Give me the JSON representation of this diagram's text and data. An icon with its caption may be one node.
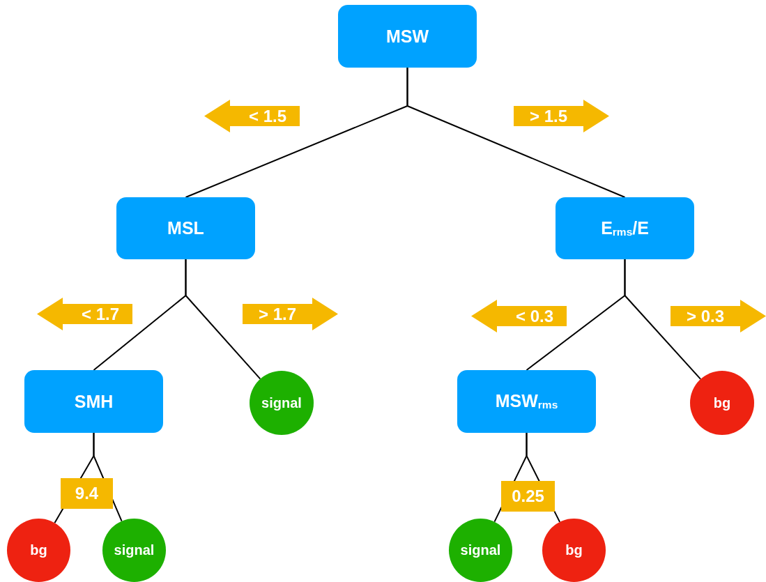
{
  "diagram": {
    "nodes": [
      {
        "text": [
          "MSW"
        ]
      },
      {
        "text": [
          "MSL"
        ]
      },
      {
        "text": [
          "E$_{rms}$/E"
        ]
      },
      {
        "text": [
          "SMH"
        ]
      },
      {
        "text": [
          "signal"
        ]
      },
      {
        "text": [
          "MSW$_{rms}$"
        ]
      },
      {
        "text": [
          "bg"
        ]
      },
      {
        "text": [
          "bg"
        ]
      },
      {
        "text": [
          "signal"
        ]
      },
      {
        "text": [
          "signal"
        ]
      },
      {
        "text": [
          "bg"
        ]
      }
    ],
    "edges": [
      {
        "from": 0,
        "to": 1,
        "arrow": "none"
      },
      {
        "from": 0,
        "to": 2,
        "arrow": "none"
      },
      {
        "from": 1,
        "to": 3,
        "arrow": "none"
      },
      {
        "from": 1,
        "to": 4,
        "arrow": "none"
      },
      {
        "from": 2,
        "to": 5,
        "arrow": "none"
      },
      {
        "from": 2,
        "to": 6,
        "arrow": "none"
      },
      {
        "from": 3,
        "to": 7,
        "arrow": "none"
      },
      {
        "from": 3,
        "to": 8,
        "arrow": "none"
      },
      {
        "from": 5,
        "to": 9,
        "arrow": "none"
      },
      {
        "from": 5,
        "to": 10,
        "arrow": "none"
      }
    ],
    "labels": [
      "< 1.5",
      "> 1.5",
      "< 1.7",
      "> 1.7",
      "< 0.3",
      "> 0.3",
      "9.4",
      "0.25"
    ]
  }
}
